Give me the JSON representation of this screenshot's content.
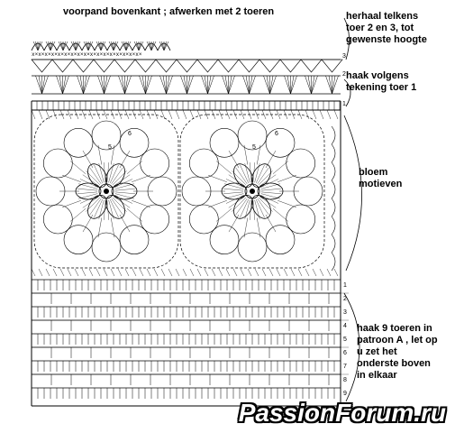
{
  "title": "voorpand bovenkant ; afwerken met 2 toeren",
  "annotations": {
    "repeat": "herhaal telkens\ntoer 2 en 3, tot\ngewenste hoogte",
    "row1": "haak volgens\ntekening  toer 1",
    "flowers": "bloem\nmotieven",
    "patternA": "haak 9 toeren in\npatroon A , let op\nu zet het\nonderste boven\nin elkaar"
  },
  "row_numbers": {
    "top": [
      "3",
      "2",
      "1"
    ],
    "flower": [
      "6",
      "5",
      "6",
      "5"
    ],
    "bottom": [
      "1",
      "2",
      "3",
      "4",
      "5",
      "6",
      "7",
      "8",
      "9"
    ]
  },
  "watermark": "PassionForum.ru",
  "colors": {
    "ink": "#000000",
    "paper": "#ffffff"
  }
}
